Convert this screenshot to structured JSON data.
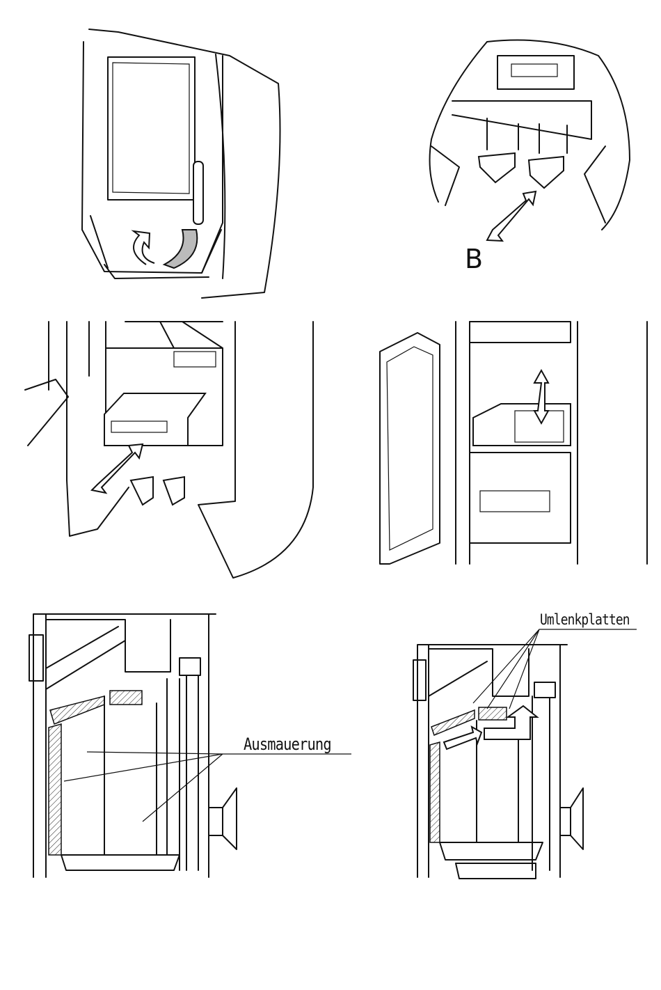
{
  "figures": [
    {
      "id": "door-opening",
      "label": ""
    },
    {
      "id": "ash-drawer-feet",
      "label": "B"
    },
    {
      "id": "ash-drawer-removal",
      "label": ""
    },
    {
      "id": "grate-removal",
      "label": ""
    },
    {
      "id": "section-lining",
      "label": "Ausmauerung"
    },
    {
      "id": "section-baffles",
      "label": "Umlenkplatten"
    }
  ]
}
